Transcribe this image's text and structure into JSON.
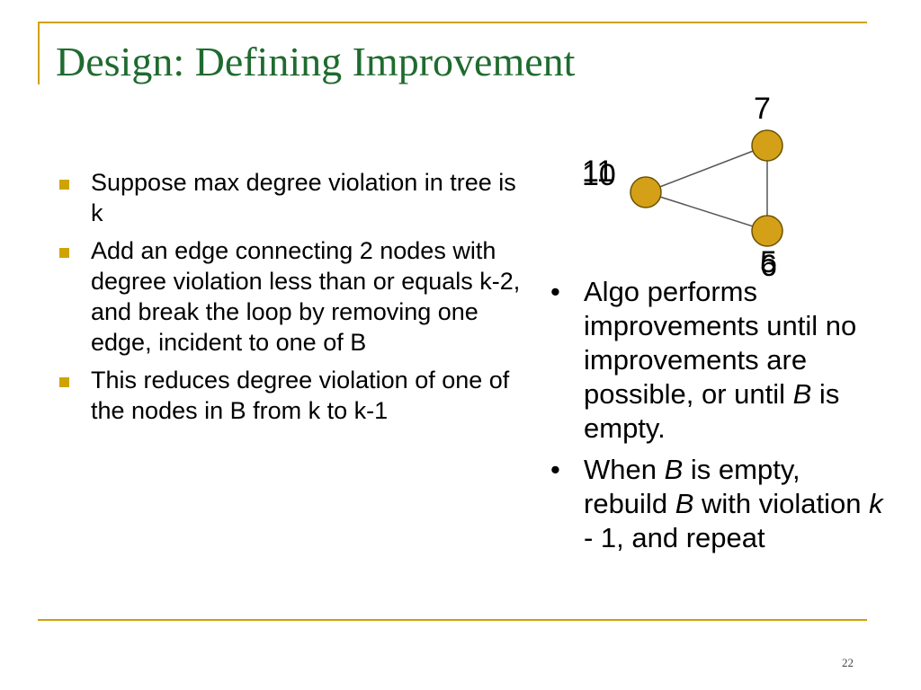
{
  "slide": {
    "title": "Design: Defining Improvement",
    "number": "22"
  },
  "left_bullets": [
    "Suppose max degree violation in tree is k",
    "Add an edge connecting 2 nodes with degree violation less than or equals k-2, and break the loop by removing one edge, incident to one of B",
    "This reduces degree violation of one of the nodes in B from k to k-1"
  ],
  "right_bullets": [
    {
      "bullet": "•",
      "parts": [
        {
          "text": "Algo performs improvements until no improvements are possible, or until ",
          "italic": false
        },
        {
          "text": "B",
          "italic": true
        },
        {
          "text": " is empty.",
          "italic": false
        }
      ]
    },
    {
      "bullet": "•",
      "parts": [
        {
          "text": "When ",
          "italic": false
        },
        {
          "text": "B",
          "italic": true
        },
        {
          "text": " is empty, rebuild ",
          "italic": false
        },
        {
          "text": "B",
          "italic": true
        },
        {
          "text": " with violation ",
          "italic": false
        },
        {
          "text": "k",
          "italic": true
        },
        {
          "text": " - 1, and repeat",
          "italic": false
        }
      ]
    }
  ],
  "graph": {
    "node_color": "#d4a017",
    "edge_color": "#555555",
    "nodes": [
      {
        "id": "top",
        "labels": [
          "7"
        ]
      },
      {
        "id": "left",
        "labels": [
          "11",
          "10"
        ]
      },
      {
        "id": "bottom",
        "labels": [
          "5",
          "6"
        ]
      }
    ]
  },
  "colors": {
    "title": "#1f6b2f",
    "accent": "#cfa400"
  }
}
